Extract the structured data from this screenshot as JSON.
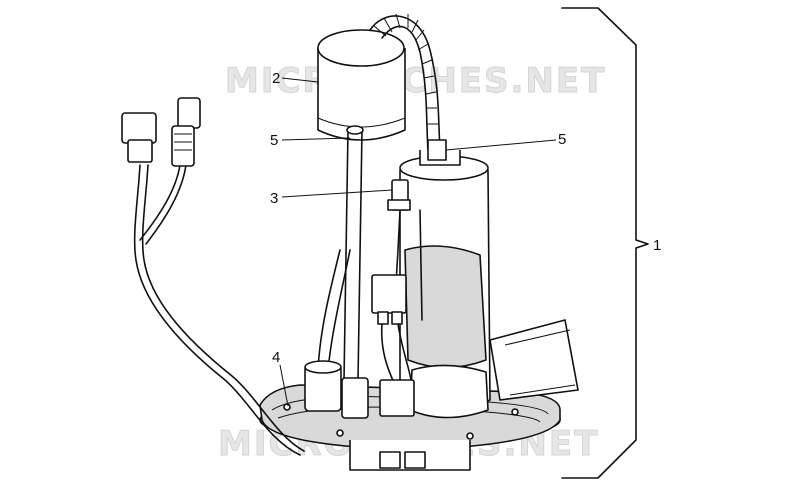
{
  "watermark": {
    "text": "MICROFICHES.NET"
  },
  "callouts": {
    "one": "1",
    "two": "2",
    "three": "3",
    "four": "4",
    "five_left": "5",
    "five_right": "5"
  }
}
